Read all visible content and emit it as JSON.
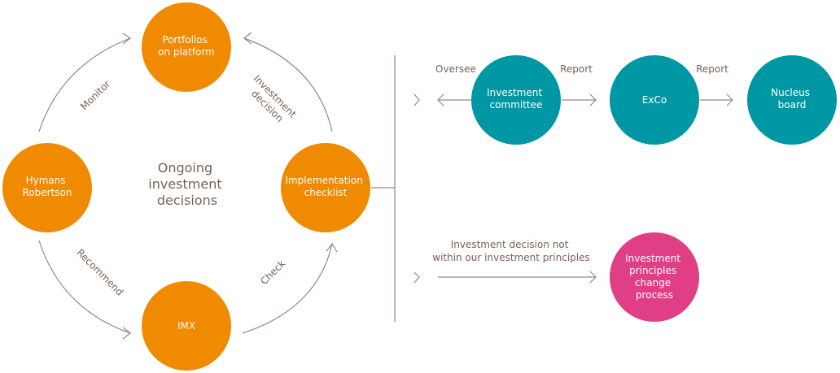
{
  "colors": {
    "orange": "#F08A00",
    "teal": "#0097A4",
    "pink": "#E03E85",
    "line": "#9C857A",
    "text": "#7A6155"
  },
  "center": [
    "Ongoing",
    "investment",
    "decisions"
  ],
  "nodes": {
    "portfolios": [
      "Portfolios",
      "on platform"
    ],
    "hymans": [
      "Hymans",
      "Robertson"
    ],
    "imx": [
      "IMX"
    ],
    "checklist": [
      "Implementation",
      "checklist"
    ],
    "committee": [
      "Investment",
      "committee"
    ],
    "exco": [
      "ExCo"
    ],
    "nucleus": [
      "Nucleus",
      "board"
    ],
    "principles": [
      "Investment",
      "principles",
      "change",
      "process"
    ]
  },
  "labels": {
    "monitor": "Monitor",
    "investment_decision": [
      "Investment",
      "decision"
    ],
    "recommend": "Recommend",
    "check": "Check",
    "oversee": "Oversee",
    "report1": "Report",
    "report2": "Report",
    "not_within": [
      "Investment decision not",
      "within our investment principles"
    ]
  }
}
